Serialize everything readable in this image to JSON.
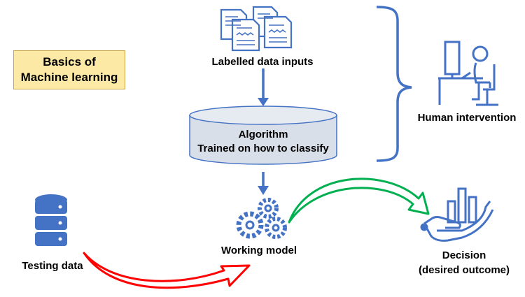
{
  "title": {
    "line1": "Basics of",
    "line2": "Machine learning"
  },
  "nodes": {
    "labelled_inputs": "Labelled data inputs",
    "algorithm_line1": "Algorithm",
    "algorithm_line2": "Trained on how to classify",
    "human": "Human intervention",
    "working_model": "Working model",
    "testing_data": "Testing data",
    "decision_line1": "Decision",
    "decision_line2": "(desired outcome)"
  },
  "colors": {
    "accent": "#4472c4",
    "title_bg": "#fde9a6",
    "red_arrow": "#ff0000",
    "green_arrow": "#00b050"
  }
}
